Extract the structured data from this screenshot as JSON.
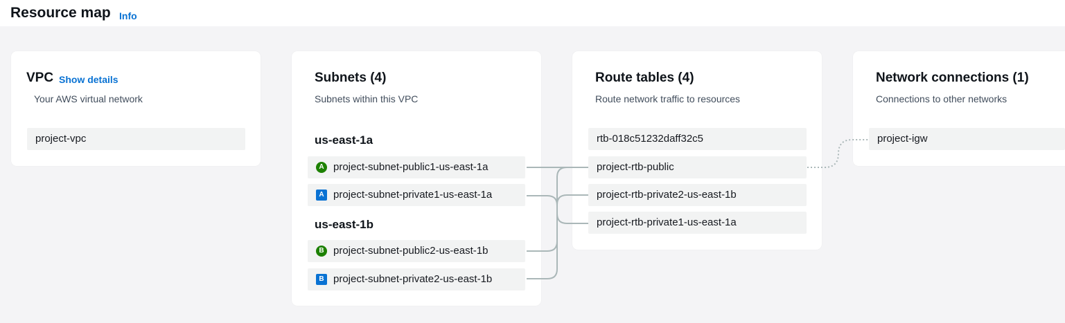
{
  "header": {
    "title": "Resource map",
    "info_label": "Info"
  },
  "vpc": {
    "title": "VPC",
    "show_details_label": "Show details",
    "subtitle": "Your AWS virtual network",
    "items": [
      "project-vpc"
    ]
  },
  "subnets": {
    "title": "Subnets (4)",
    "subtitle": "Subnets within this VPC",
    "zones": [
      {
        "name": "us-east-1a",
        "items": [
          {
            "label": "project-subnet-public1-us-east-1a",
            "badge": "A",
            "kind": "public"
          },
          {
            "label": "project-subnet-private1-us-east-1a",
            "badge": "A",
            "kind": "private"
          }
        ]
      },
      {
        "name": "us-east-1b",
        "items": [
          {
            "label": "project-subnet-public2-us-east-1b",
            "badge": "B",
            "kind": "public"
          },
          {
            "label": "project-subnet-private2-us-east-1b",
            "badge": "B",
            "kind": "private"
          }
        ]
      }
    ]
  },
  "route_tables": {
    "title": "Route tables (4)",
    "subtitle": "Route network traffic to resources",
    "items": [
      "rtb-018c51232daff32c5",
      "project-rtb-public",
      "project-rtb-private2-us-east-1b",
      "project-rtb-private1-us-east-1a"
    ]
  },
  "network_connections": {
    "title": "Network connections (1)",
    "subtitle": "Connections to other networks",
    "items": [
      "project-igw"
    ]
  },
  "colors": {
    "link": "#0972d3",
    "public_badge": "#1d8102",
    "private_badge": "#0972d3",
    "connector": "#aab7b8",
    "canvas": "#f4f4f6"
  }
}
